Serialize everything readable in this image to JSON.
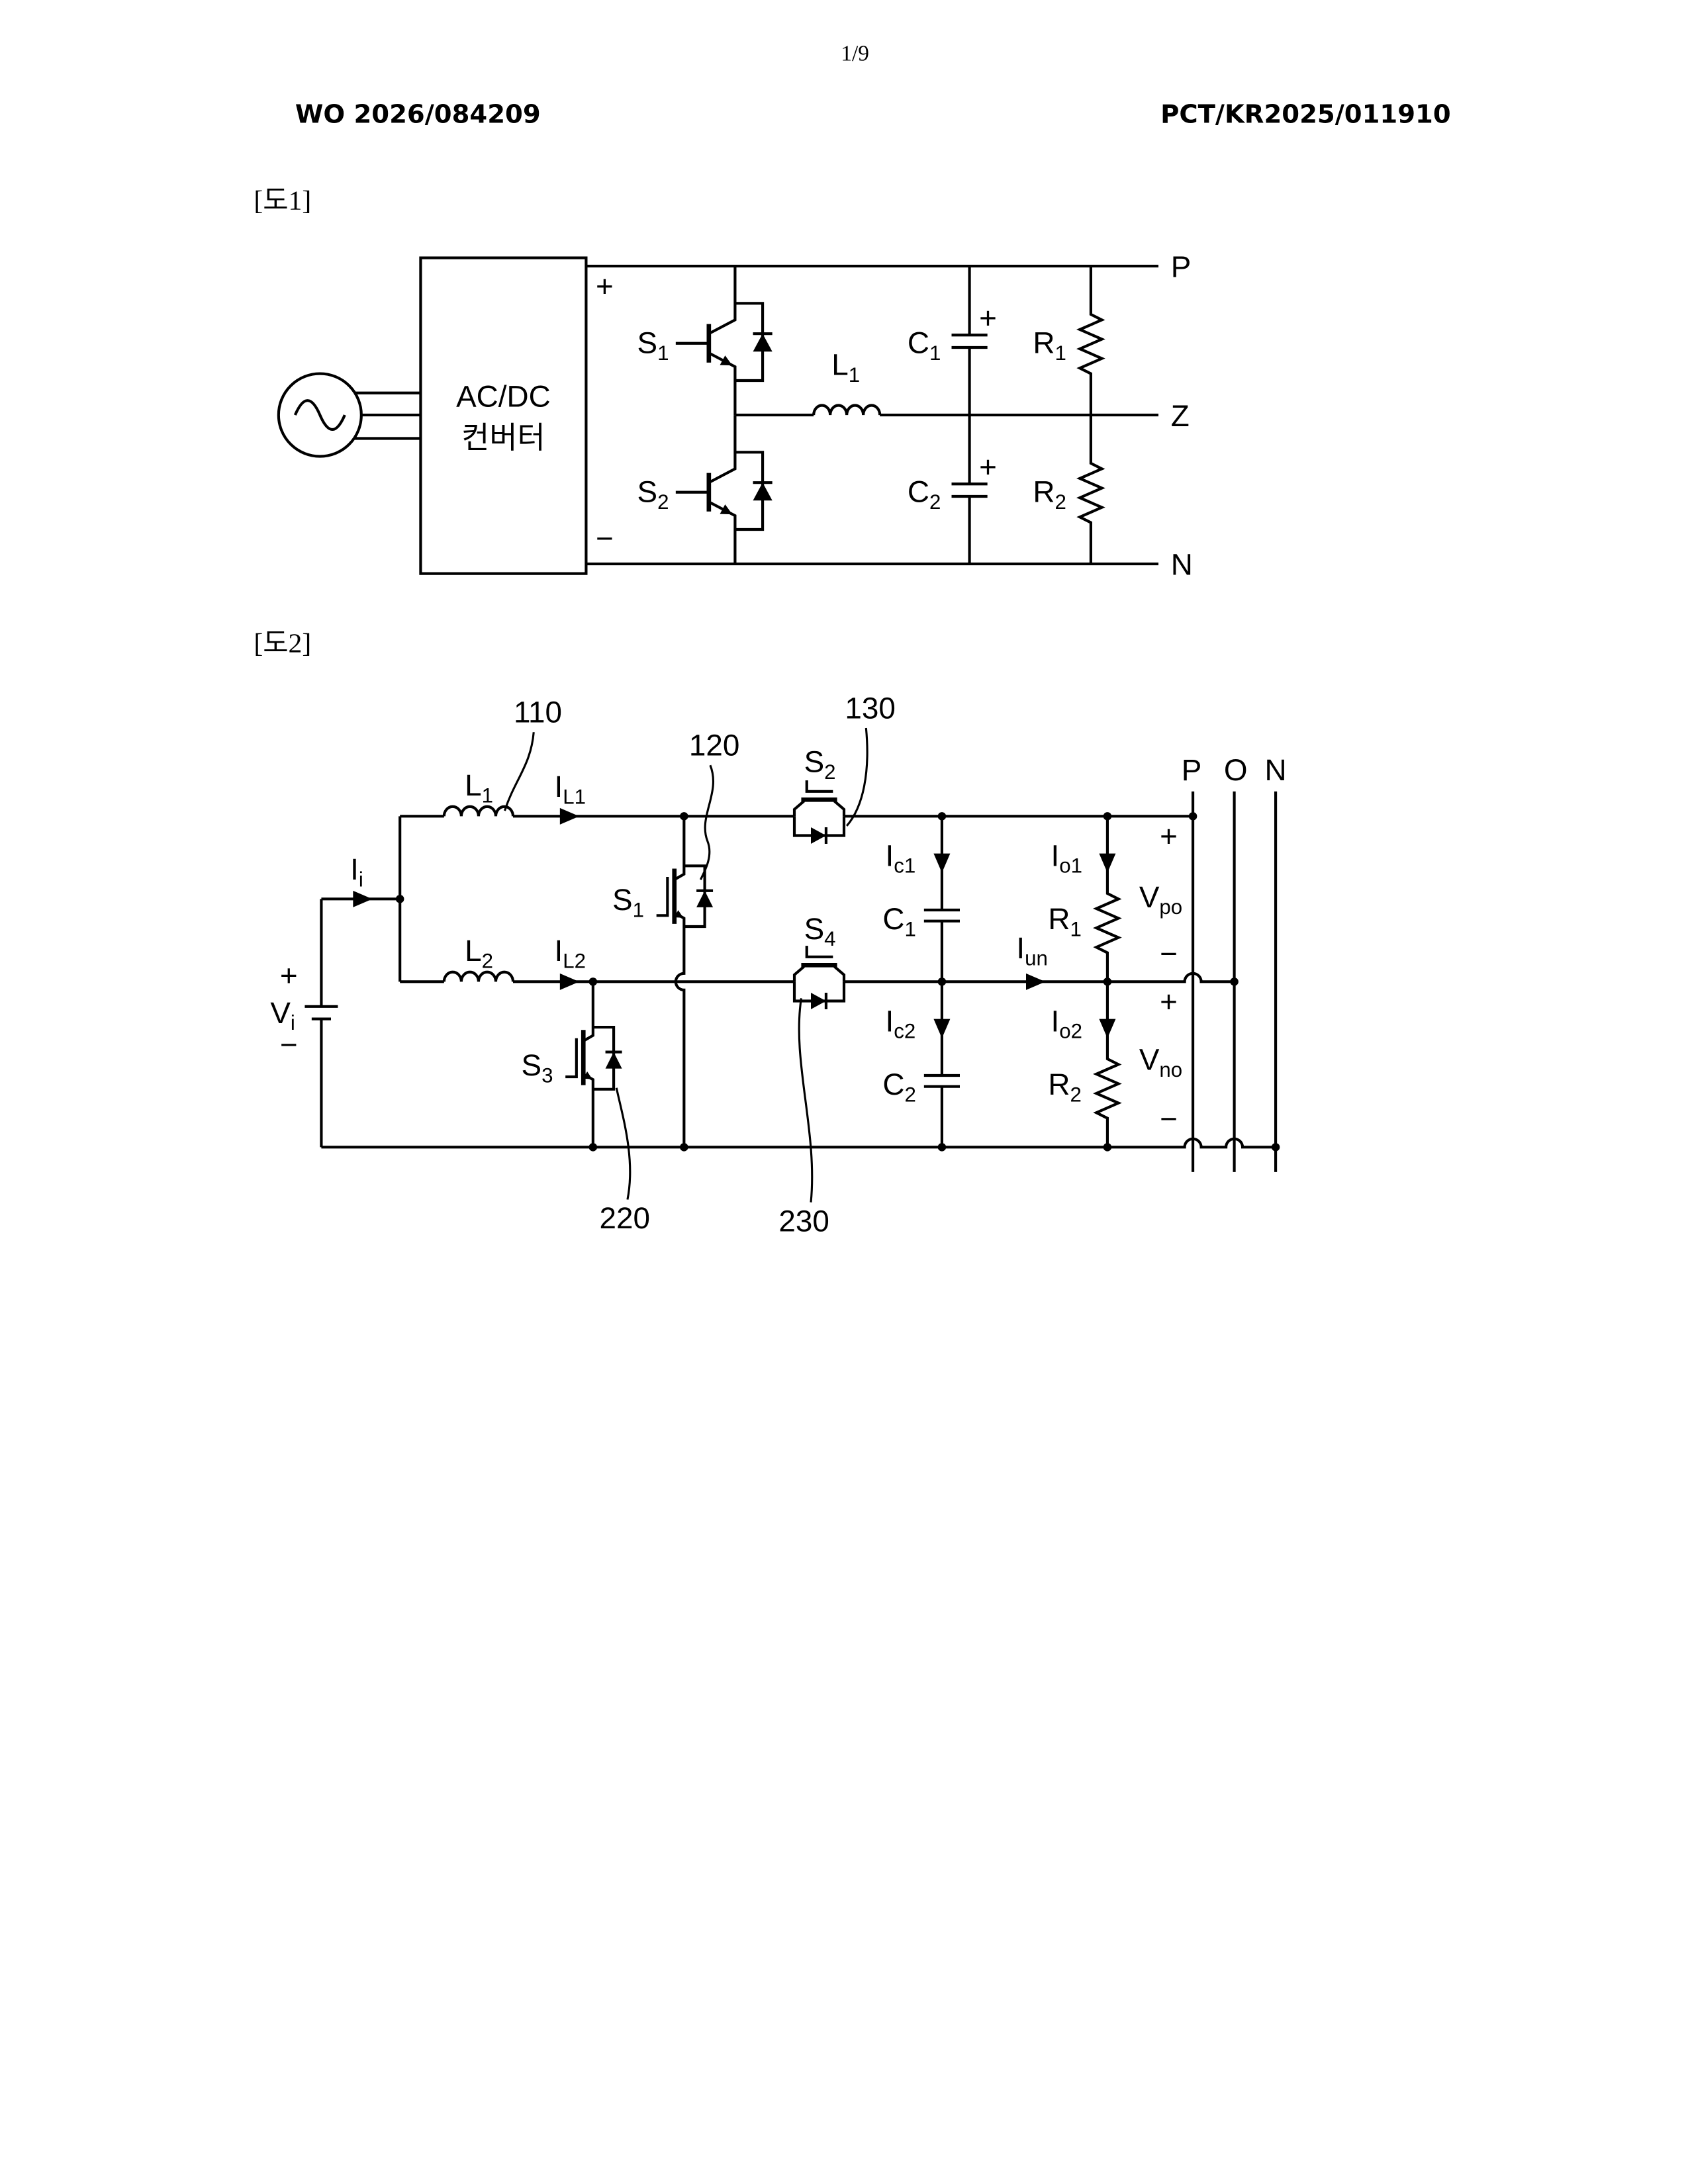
{
  "header": {
    "page_number": "1/9",
    "publication_number": "WO 2026/084209",
    "application_number": "PCT/KR2025/011910"
  },
  "figure1": {
    "label": "[도1]",
    "converter": {
      "line1": "AC/DC",
      "line2": "컨버터"
    },
    "bus_plus": "+",
    "bus_minus": "−",
    "terminal_p": "P",
    "terminal_z": "Z",
    "terminal_n": "N",
    "s1": {
      "main": "S",
      "sub": "1"
    },
    "s2": {
      "main": "S",
      "sub": "2"
    },
    "l1": {
      "main": "L",
      "sub": "1"
    },
    "c1": {
      "main": "C",
      "sub": "1",
      "polarity": "+"
    },
    "c2": {
      "main": "C",
      "sub": "2",
      "polarity": "+"
    },
    "r1": {
      "main": "R",
      "sub": "1"
    },
    "r2": {
      "main": "R",
      "sub": "2"
    }
  },
  "figure2": {
    "label": "[도2]",
    "refs": {
      "r110": "110",
      "r120": "120",
      "r130": "130",
      "r220": "220",
      "r230": "230"
    },
    "terminals": {
      "p": "P",
      "o": "O",
      "n": "N"
    },
    "source": {
      "plus": "+",
      "main": "V",
      "sub": "i",
      "minus": "−"
    },
    "ii": {
      "main": "I",
      "sub": "i"
    },
    "l1": {
      "main": "L",
      "sub": "1"
    },
    "il1": {
      "main": "I",
      "sub": "L1"
    },
    "l2": {
      "main": "L",
      "sub": "2"
    },
    "il2": {
      "main": "I",
      "sub": "L2"
    },
    "s1": {
      "main": "S",
      "sub": "1"
    },
    "s2": {
      "main": "S",
      "sub": "2"
    },
    "s3": {
      "main": "S",
      "sub": "3"
    },
    "s4": {
      "main": "S",
      "sub": "4"
    },
    "ic1": {
      "main": "I",
      "sub": "c1"
    },
    "c1": {
      "main": "C",
      "sub": "1"
    },
    "ic2": {
      "main": "I",
      "sub": "c2"
    },
    "c2": {
      "main": "C",
      "sub": "2"
    },
    "iun": {
      "main": "I",
      "sub": "un"
    },
    "io1": {
      "main": "I",
      "sub": "o1"
    },
    "r1": {
      "main": "R",
      "sub": "1"
    },
    "io2": {
      "main": "I",
      "sub": "o2"
    },
    "r2": {
      "main": "R",
      "sub": "2"
    },
    "vpo": {
      "plus": "+",
      "main": "V",
      "sub": "po",
      "minus": "−"
    },
    "vno": {
      "plus": "+",
      "main": "V",
      "sub": "no",
      "minus": "−"
    }
  }
}
